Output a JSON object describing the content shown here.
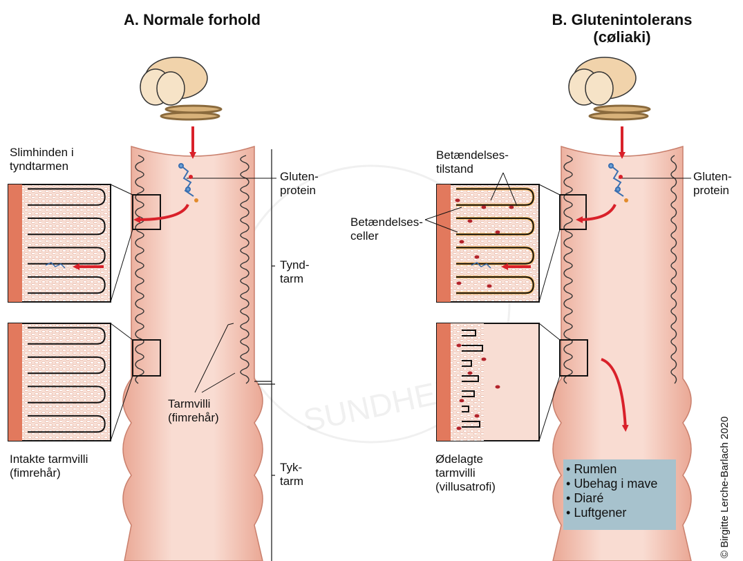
{
  "panel_a": {
    "title": "A. Normale forhold",
    "mucosa_label": [
      "Slimhinden i",
      "tyndtarmen"
    ],
    "gluten_label": [
      "Gluten-",
      "protein"
    ],
    "small_intestine_label": [
      "Tynd-",
      "tarm"
    ],
    "large_intestine_label": [
      "Tyk-",
      "tarm"
    ],
    "villi_label": [
      "Tarmvilli",
      "(fimrehår)"
    ],
    "intact_villi_label": [
      "Intakte tarmvilli",
      "(fimrehår)"
    ]
  },
  "panel_b": {
    "title": [
      "B. Glutenintolerans",
      "(cøliaki)"
    ],
    "inflammation_label": [
      "Betændelses-",
      "tilstand"
    ],
    "inflammation_cells_label": [
      "Betændelses-",
      "celler"
    ],
    "gluten_label": [
      "Gluten-",
      "protein"
    ],
    "damaged_villi_label": [
      "Ødelagte",
      "tarmvilli",
      "(villusatrofi)"
    ],
    "symptoms": [
      "Rumlen",
      "Ubehag i mave",
      "Diaré",
      "Luftgener"
    ]
  },
  "copyright": "© Birgitte Lerche-Barlach 2020",
  "watermark": "SUNDHED.DK",
  "colors": {
    "intestine": "#f4c4b4",
    "intestine_edge": "#d9937f",
    "arrow": "#d9212a",
    "symptom_box": "#a7c2cd",
    "inflamed": "#f3b85a"
  }
}
